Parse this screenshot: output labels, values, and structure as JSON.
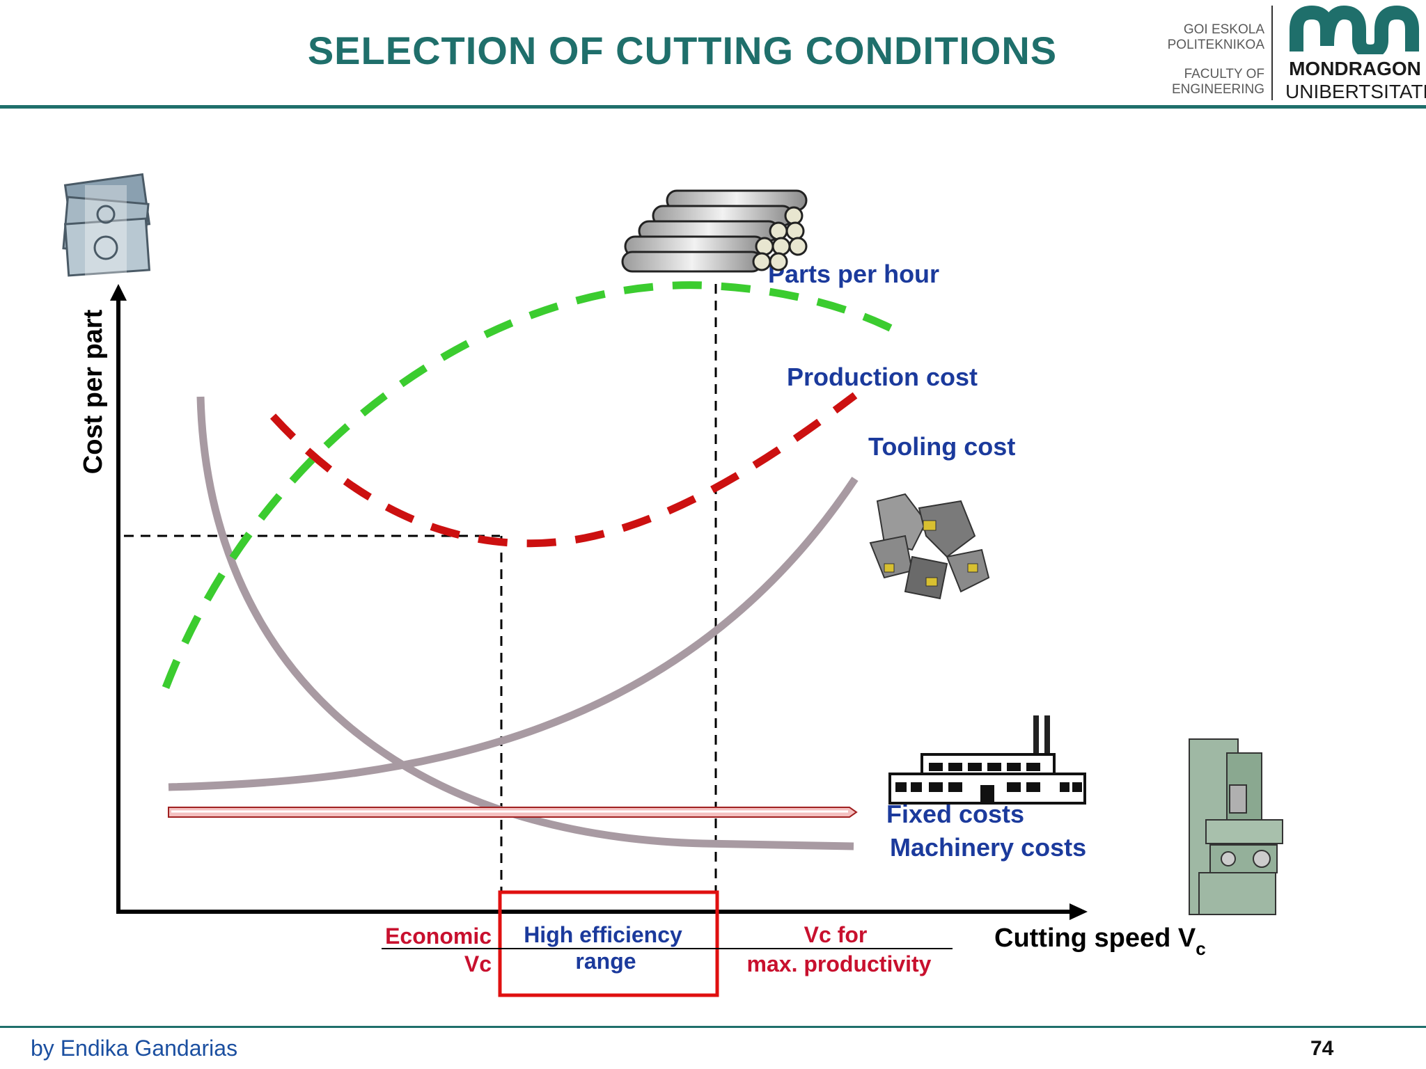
{
  "header": {
    "title": "SELECTION OF CUTTING CONDITIONS",
    "logo": {
      "line1": "GOI ESKOLA",
      "line2": "POLITEKNIKOA",
      "line3": "FACULTY OF",
      "line4": "ENGINEERING",
      "name1": "MONDRAGON",
      "name2": "UNIBERTSITATEA",
      "brand_color": "#1f6f6b"
    }
  },
  "diagram": {
    "y_axis_label": "Cost per part",
    "x_axis_label": "Cutting speed V",
    "x_axis_subscript": "c",
    "curves": {
      "parts_per_hour": "Parts per hour",
      "production_cost": "Production cost",
      "tooling_cost": "Tooling cost",
      "fixed_costs": "Fixed costs",
      "machinery_costs": "Machinery costs"
    },
    "markers": {
      "economic_line1": "Economic",
      "economic_line2": "Vc",
      "range_line1": "High efficiency",
      "range_line2": "range",
      "max_line1": "Vc for",
      "max_line2": "max. productivity"
    },
    "colors": {
      "parts_per_hour": "#3bcc2f",
      "production_cost": "#cc1010",
      "tooling_cost": "#a89aa2",
      "fixed_costs": "#f4c0c0",
      "label_blue": "#1b3a9c",
      "label_red": "#c8102e",
      "range_box": "#e01010"
    },
    "icons": [
      "money-stack-icon",
      "metal-bars-icon",
      "cutting-tools-icon",
      "factory-icon",
      "milling-machine-icon"
    ]
  },
  "footer": {
    "author": "by Endika Gandarias",
    "page_number": "74"
  }
}
